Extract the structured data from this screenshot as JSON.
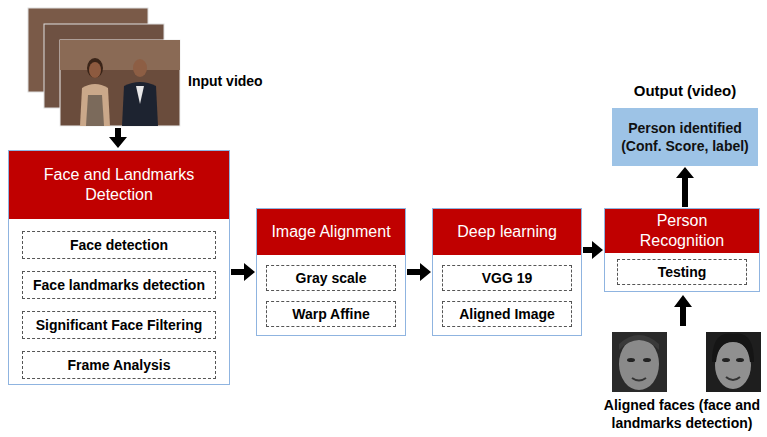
{
  "diagram": {
    "nodes": [
      {
        "text": [
          "Face and Landmarks Detection"
        ]
      },
      {
        "text": [
          "Face detection"
        ],
        "in": 0
      },
      {
        "text": [
          "Face landmarks detection"
        ],
        "in": 0
      },
      {
        "text": [
          "Significant Face Filtering"
        ],
        "in": 0
      },
      {
        "text": [
          "Frame Analysis"
        ],
        "in": 0
      },
      {
        "text": [
          "Image Alignment"
        ]
      },
      {
        "text": [
          "Gray scale"
        ],
        "in": 5
      },
      {
        "text": [
          "Warp Affine"
        ],
        "in": 5
      },
      {
        "text": [
          "Deep learning"
        ]
      },
      {
        "text": [
          "VGG 19"
        ],
        "in": 8
      },
      {
        "text": [
          "Aligned Image"
        ],
        "in": 8
      },
      {
        "text": [
          "Person Recognition"
        ]
      },
      {
        "text": [
          "Testing"
        ],
        "in": 11
      },
      {
        "text": [
          "Output (video)",
          "Person identified (Conf. Score, label)"
        ]
      }
    ],
    "edges": [
      {
        "from": 0,
        "to": 5,
        "arrow": "to"
      },
      {
        "from": 5,
        "to": 8,
        "arrow": "to"
      },
      {
        "from": 8,
        "to": 11,
        "arrow": "to"
      },
      {
        "from": 11,
        "to": 13,
        "arrow": "to"
      }
    ],
    "labels": [
      "Input video",
      "Aligned faces (face and landmarks detection)"
    ]
  }
}
